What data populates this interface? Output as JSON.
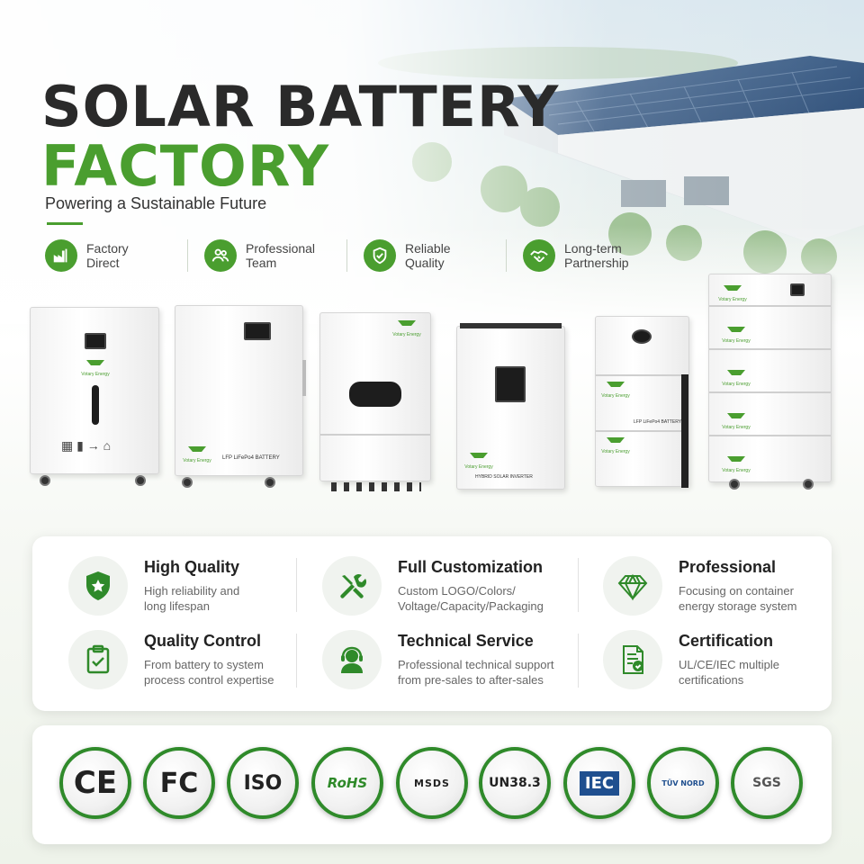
{
  "title": {
    "line1": "SOLAR BATTERY",
    "line2": "FACTORY"
  },
  "subtitle": "Powering a Sustainable Future",
  "top_features": [
    {
      "label": "Factory\nDirect",
      "icon": "factory-icon"
    },
    {
      "label": "Professional\nTeam",
      "icon": "team-icon"
    },
    {
      "label": "Reliable\nQuality",
      "icon": "shield-check-icon"
    },
    {
      "label": "Long-term\nPartnership",
      "icon": "handshake-icon"
    }
  ],
  "products": {
    "brand": "Votary Energy",
    "p2_text": "LFP LiFePo4 BATTERY",
    "p4_text": "HYBRID SOLAR INVERTER",
    "p5_text": "LFP LiFePo4 BATTERY"
  },
  "cards": [
    {
      "title": "High Quality",
      "desc": "High reliability and\nlong lifespan",
      "icon": "shield-star-icon"
    },
    {
      "title": "Full Customization",
      "desc": "Custom LOGO/Colors/\nVoltage/Capacity/Packaging",
      "icon": "tools-icon"
    },
    {
      "title": "Professional",
      "desc": "Focusing on container\nenergy storage system",
      "icon": "diamond-icon"
    },
    {
      "title": "Quality Control",
      "desc": "From battery to system\nprocess control expertise",
      "icon": "clipboard-check-icon"
    },
    {
      "title": "Technical Service",
      "desc": "Professional technical support\nfrom pre-sales to after-sales",
      "icon": "headset-icon"
    },
    {
      "title": "Certification",
      "desc": "UL/CE/IEC multiple\ncertifications",
      "icon": "certificate-icon"
    }
  ],
  "certifications": [
    "CE",
    "FC",
    "ISO",
    "RoHS",
    "MSDS",
    "UN38.3",
    "IEC",
    "TÜV NORD",
    "SGS"
  ],
  "colors": {
    "brand_green": "#4a9e2f",
    "dark_text": "#2a2a2a",
    "cert_ring": "#2f8a2a"
  }
}
